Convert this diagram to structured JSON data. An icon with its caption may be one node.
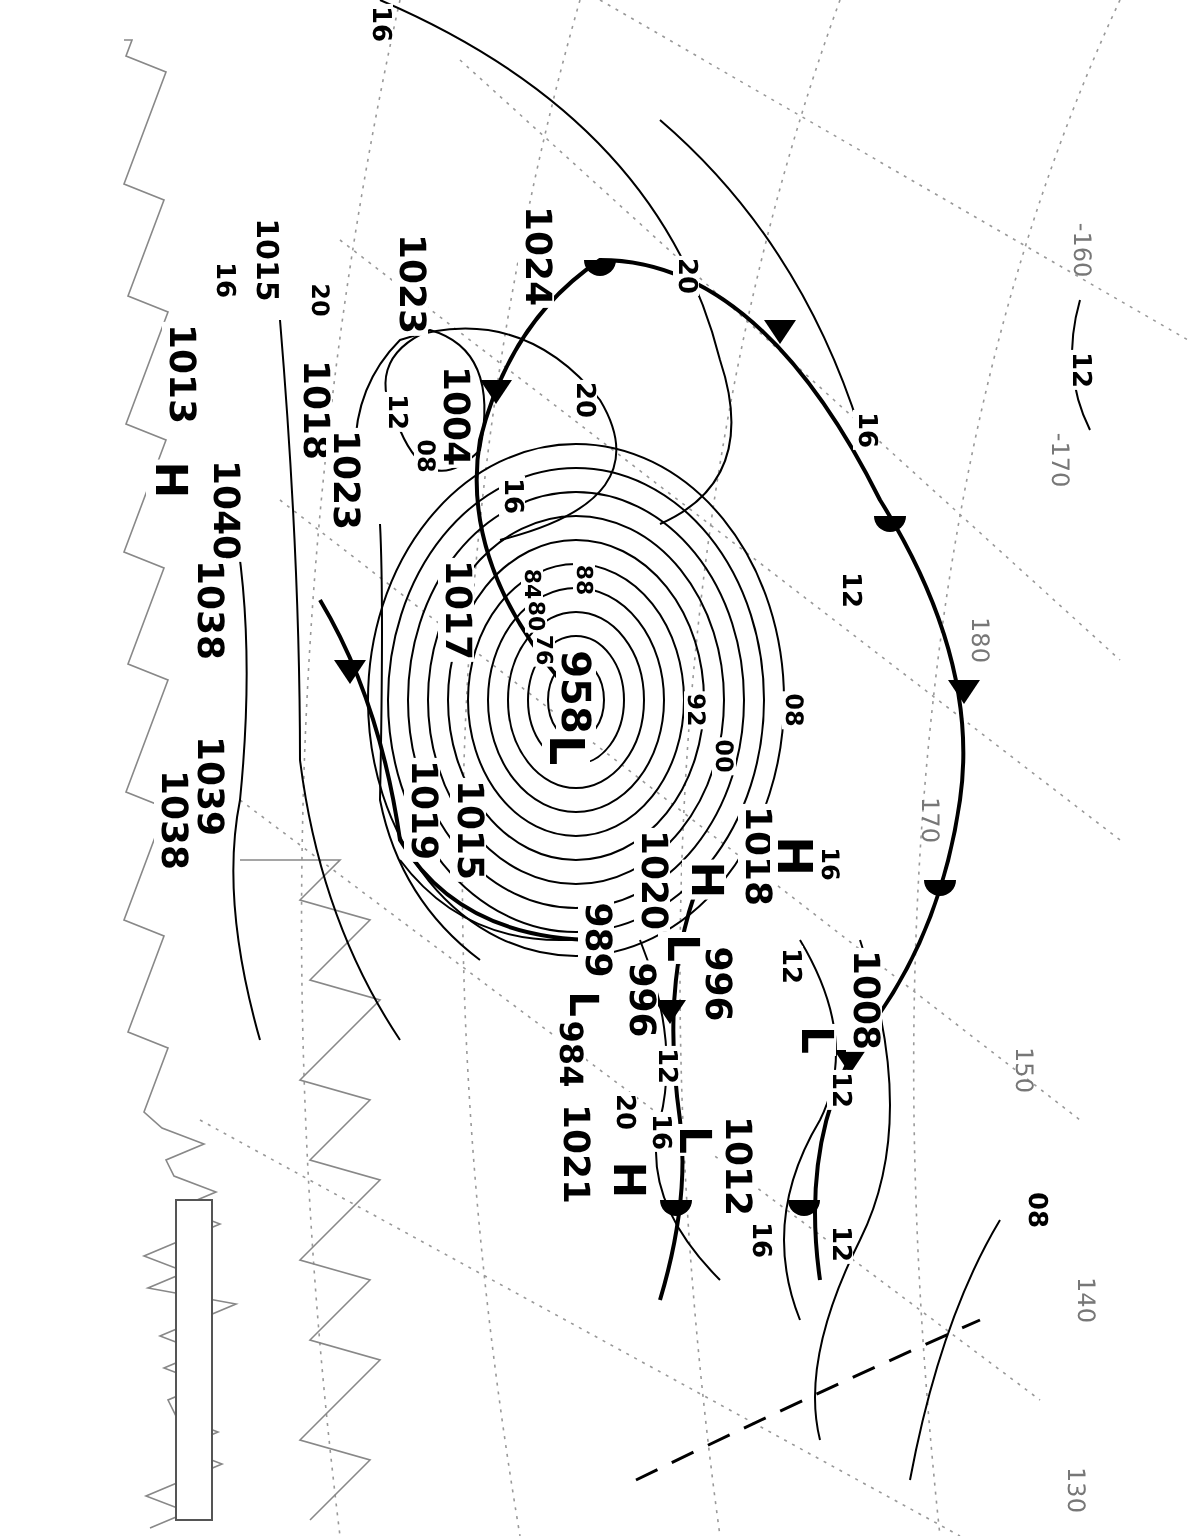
{
  "diagram": {
    "labels": [
      "16",
      "20",
      "16",
      "12",
      "1024",
      "1023",
      "1004",
      "12",
      "08",
      "16",
      "20",
      "1017",
      "958",
      "L",
      "76",
      "80",
      "84",
      "88",
      "92",
      "00",
      "08",
      "12",
      "1020",
      "H",
      "1018",
      "H",
      "16",
      "989",
      "L",
      "996",
      "996",
      "L",
      "1008",
      "L",
      "12",
      "984",
      "1012",
      "L",
      "1021",
      "H",
      "12",
      "16",
      "20",
      "12",
      "16",
      "12",
      "08",
      "1040",
      "H",
      "1038",
      "1039",
      "1038",
      "1013",
      "16",
      "1015",
      "1018",
      "1023",
      "1015",
      "1019",
      "-160",
      "-170",
      "180",
      "170",
      "150",
      "140",
      "130",
      "20"
    ]
  }
}
